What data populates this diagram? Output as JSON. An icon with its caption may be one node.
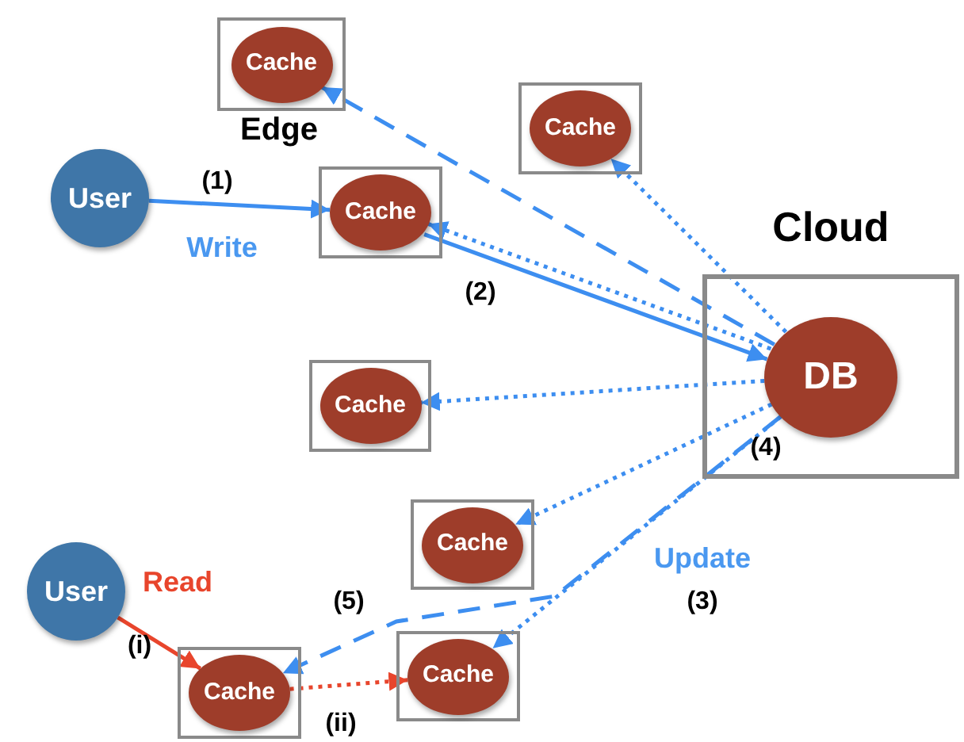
{
  "diagram": {
    "nodes": [
      {
        "text": [],
        "shape": "box"
      },
      {
        "text": [
          "Cache"
        ],
        "in": 0
      },
      {
        "text": [],
        "shape": "box"
      },
      {
        "text": [
          "Cache"
        ],
        "in": 2
      },
      {
        "text": [
          "User"
        ]
      },
      {
        "text": [],
        "shape": "box"
      },
      {
        "text": [
          "Cache"
        ],
        "in": 5
      },
      {
        "text": [
          "Cloud"
        ]
      },
      {
        "text": [
          "DB"
        ],
        "in": 7
      },
      {
        "text": [],
        "shape": "box"
      },
      {
        "text": [
          "Cache"
        ],
        "in": 9
      },
      {
        "text": [],
        "shape": "box"
      },
      {
        "text": [
          "Cache"
        ],
        "in": 11
      },
      {
        "text": [
          "User"
        ]
      },
      {
        "text": [],
        "shape": "box"
      },
      {
        "text": [
          "Cache"
        ],
        "in": 14
      },
      {
        "text": [],
        "shape": "box"
      },
      {
        "text": [
          "Cache"
        ],
        "in": 16
      }
    ],
    "edges": [
      {
        "from": 4,
        "to": 6,
        "arrow": "to",
        "label": "Write"
      },
      {
        "from": 6,
        "to": 8,
        "arrow": "to"
      },
      {
        "from": 8,
        "to": 6,
        "arrow": "to",
        "style": "dashed"
      },
      {
        "from": 8,
        "to": 1,
        "arrow": "to",
        "style": "dashed"
      },
      {
        "from": 8,
        "to": 3,
        "arrow": "to",
        "style": "dashed"
      },
      {
        "from": 8,
        "to": 10,
        "arrow": "to",
        "style": "dashed"
      },
      {
        "from": 8,
        "to": 12,
        "arrow": "to",
        "style": "dashed"
      },
      {
        "from": 8,
        "to": 15,
        "arrow": "to",
        "style": "dashed"
      },
      {
        "from": 8,
        "to": 17,
        "arrow": "to",
        "style": "dashed"
      },
      {
        "from": 13,
        "to": 15,
        "arrow": "to",
        "label": "Read",
        "color": "#e8452c"
      },
      {
        "from": 15,
        "to": 17,
        "arrow": "to",
        "style": "dashed",
        "color": "#e8452c"
      }
    ],
    "labels": [
      "Edge",
      "(1)",
      "(2)",
      "(4)",
      "Update",
      "(3)",
      "(5)",
      "(i)",
      "(ii)"
    ]
  }
}
